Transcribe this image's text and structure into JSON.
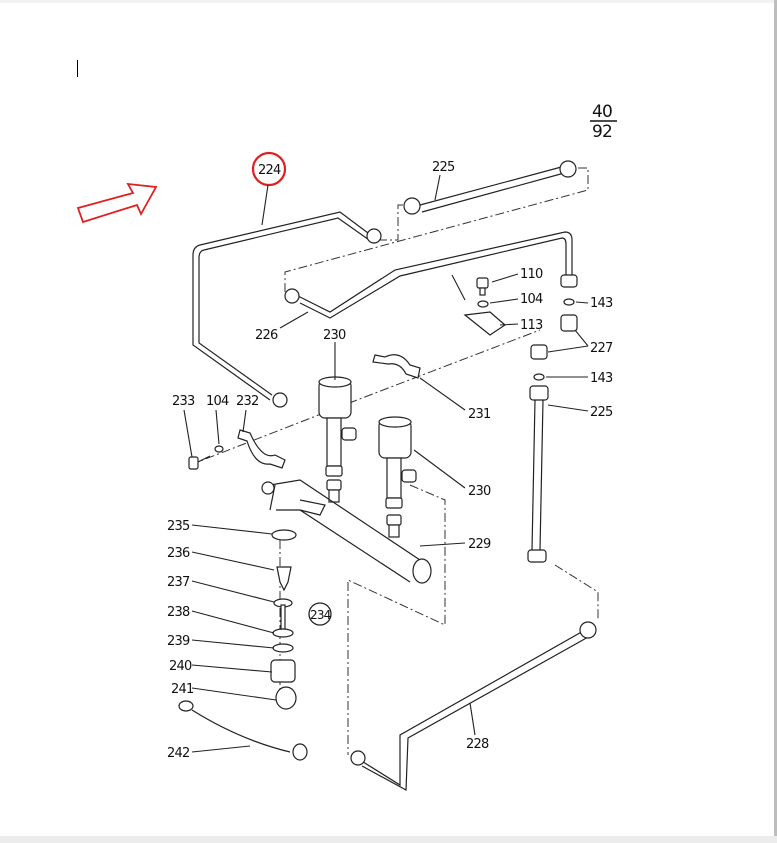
{
  "page": {
    "page_ref_numerator": "40",
    "page_ref_denominator": "92",
    "highlight_color": "#e02020",
    "highlighted_part": "224"
  },
  "parts": {
    "p224": "224",
    "p225_top": "225",
    "p225_right": "225",
    "p226": "226",
    "p227": "227",
    "p228": "228",
    "p229": "229",
    "p230_top": "230",
    "p230_right": "230",
    "p231": "231",
    "p232": "232",
    "p233": "233",
    "p234": "234",
    "p235": "235",
    "p236": "236",
    "p237": "237",
    "p238": "238",
    "p239": "239",
    "p240": "240",
    "p241": "241",
    "p242": "242",
    "p104_left": "104",
    "p104_right": "104",
    "p110": "110",
    "p113": "113",
    "p143_top": "143",
    "p143_bottom": "143"
  }
}
